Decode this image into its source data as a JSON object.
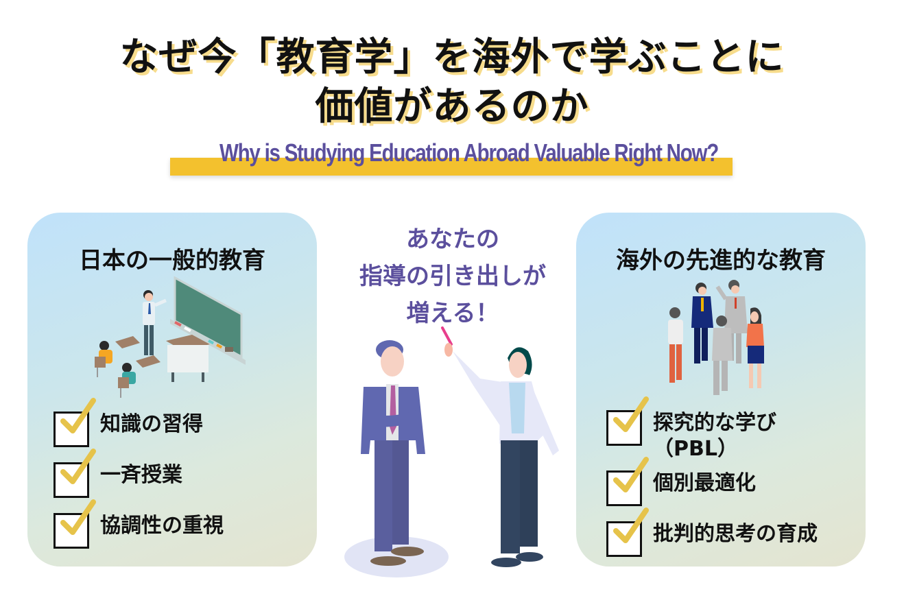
{
  "header": {
    "title_line1": "なぜ今「教育学」を海外で学ぶことに",
    "title_line2": "価値があるのか",
    "subtitle": "Why is Studying Education Abroad Valuable Right Now?"
  },
  "colors": {
    "accent_yellow": "#f3c12e",
    "title_shadow": "#f7dc8c",
    "purple_text": "#5b4f9d",
    "panel_gradient_start": "#c0e2fa",
    "panel_gradient_end": "#e4e4d0",
    "check_mark": "#e6c34a"
  },
  "left_panel": {
    "title": "日本の一般的教育",
    "illustration": "classroom-lecture-illustration",
    "items": [
      {
        "label": "知識の習得",
        "checked": true
      },
      {
        "label": "一斉授業",
        "checked": true
      },
      {
        "label": "協調性の重視",
        "checked": true
      }
    ]
  },
  "center": {
    "line1": "あなたの",
    "line2": "指導の引き出しが",
    "line3": "増える！",
    "illustration": "two-teachers-illustration"
  },
  "right_panel": {
    "title": "海外の先進的な教育",
    "illustration": "group-discussion-illustration",
    "items": [
      {
        "label": "探究的な学び",
        "label2": "（PBL）",
        "checked": true
      },
      {
        "label": "個別最適化",
        "checked": true
      },
      {
        "label": "批判的思考の育成",
        "checked": true
      }
    ]
  }
}
